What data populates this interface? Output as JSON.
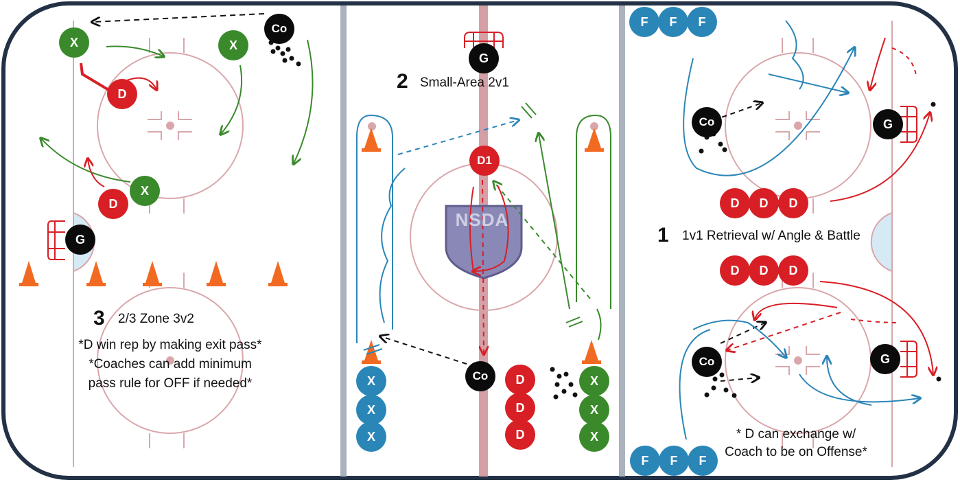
{
  "drills": [
    {
      "number": "3",
      "title": "2/3 Zone 3v2"
    },
    {
      "number": "2",
      "title": "Small-Area 2v1"
    },
    {
      "number": "1",
      "title": "1v1 Retrieval w/ Angle & Battle"
    }
  ],
  "notes": {
    "drill3_line1": "*D win rep by making exit pass*",
    "drill3_line2": "*Coaches can add minimum",
    "drill3_line3": "pass rule for OFF if needed*",
    "drill1_line1": "* D can exchange w/",
    "drill1_line2": "Coach to be on Offense*"
  },
  "logo_text": "NSDA",
  "chip_labels": {
    "x": "X",
    "d": "D",
    "d1": "D1",
    "g": "G",
    "co": "Co",
    "f": "F"
  },
  "colors": {
    "offense_green": "#3a8a2c",
    "defense_red": "#d81f26",
    "forward_blue": "#2b86b8",
    "coach_black": "#0b0b0b",
    "cone_orange": "#f26a21",
    "rink_line": "#d9a7ab",
    "board_border": "#233146",
    "zone_divider": "#aab3bd"
  }
}
